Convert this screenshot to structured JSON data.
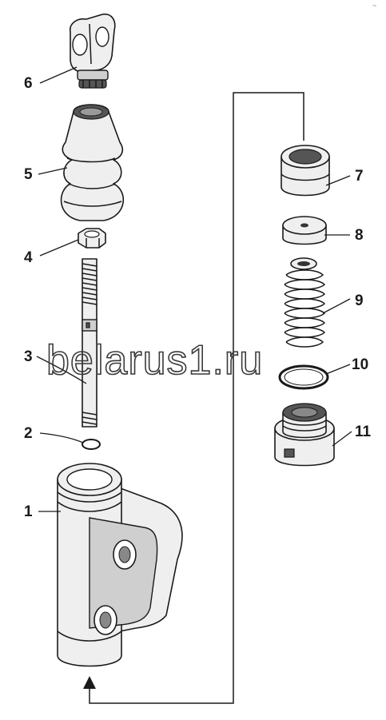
{
  "diagram": {
    "watermark": "belarus1.ru",
    "corner_mark": "~",
    "parts": [
      {
        "id": "1"
      },
      {
        "id": "2"
      },
      {
        "id": "3"
      },
      {
        "id": "4"
      },
      {
        "id": "5"
      },
      {
        "id": "6"
      },
      {
        "id": "7"
      },
      {
        "id": "8"
      },
      {
        "id": "9"
      },
      {
        "id": "10"
      },
      {
        "id": "11"
      }
    ]
  }
}
